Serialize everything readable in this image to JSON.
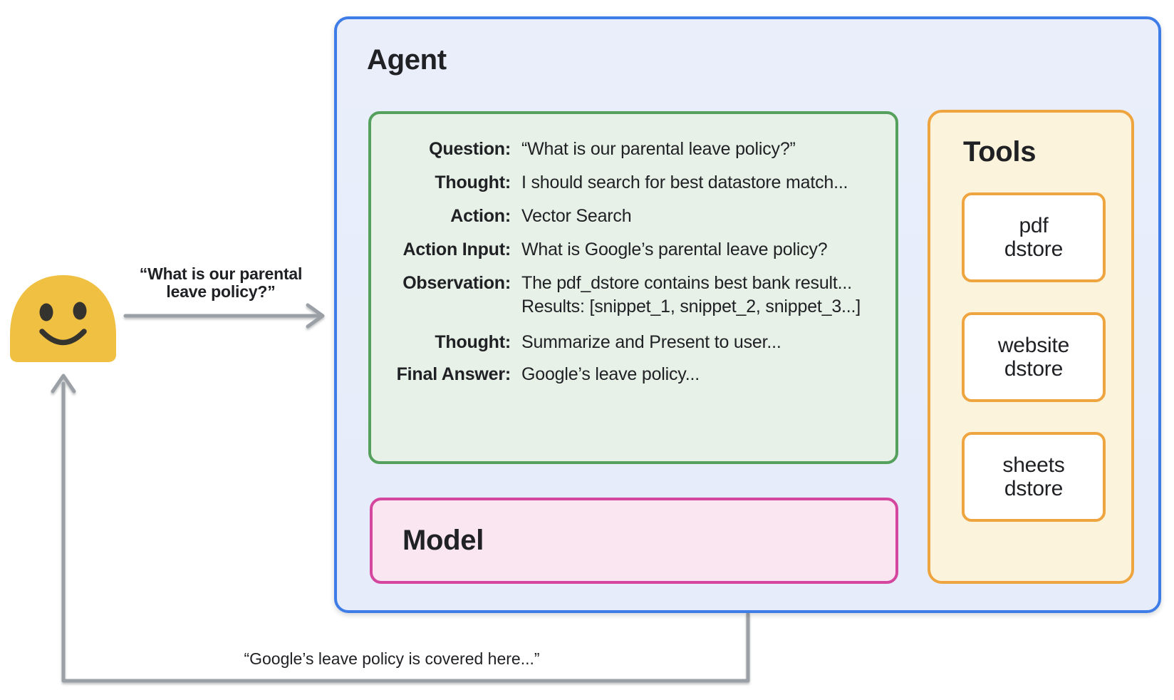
{
  "diagram": {
    "user": {
      "avatar": "smiley-blob-emoji",
      "request_label_line1": "“What is our parental",
      "request_label_line2": "leave policy?”",
      "response_label": "“Google’s leave policy is covered here...”"
    },
    "agent": {
      "title": "Agent",
      "scratchpad": {
        "rows": [
          {
            "label": "Question:",
            "value": "“What is our parental leave policy?”"
          },
          {
            "label": "Thought:",
            "value": "I should search for best datastore match..."
          },
          {
            "label": "Action:",
            "value": "Vector Search"
          },
          {
            "label": "Action Input:",
            "value": "What is Google’s parental leave policy?"
          },
          {
            "label": "Observation:",
            "value": "The pdf_dstore contains best bank result...",
            "value_line2": "Results: [snippet_1, snippet_2, snippet_3...]"
          },
          {
            "label": "Thought:",
            "value": "Summarize and Present to user..."
          },
          {
            "label": "Final Answer:",
            "value": "Google’s leave policy..."
          }
        ]
      },
      "model": {
        "title": "Model"
      },
      "tools": {
        "title": "Tools",
        "items": [
          {
            "line1": "pdf",
            "line2": "dstore"
          },
          {
            "line1": "website",
            "line2": "dstore"
          },
          {
            "line1": "sheets",
            "line2": "dstore"
          }
        ]
      }
    },
    "colors": {
      "agent_border": "#3E7CE8",
      "agent_fill": "#E8EDFA",
      "scratchpad_border": "#55A05C",
      "scratchpad_fill": "#E8F1E8",
      "model_border": "#D5479E",
      "model_fill": "#F9E6F1",
      "tools_border": "#EFA53F",
      "tools_fill": "#FCF3DC",
      "arrow_gray": "#9AA0A6",
      "dotted_gray": "#90959B",
      "smiley_yellow": "#F0C043",
      "smiley_features": "#35332E",
      "text": "#202124"
    }
  }
}
